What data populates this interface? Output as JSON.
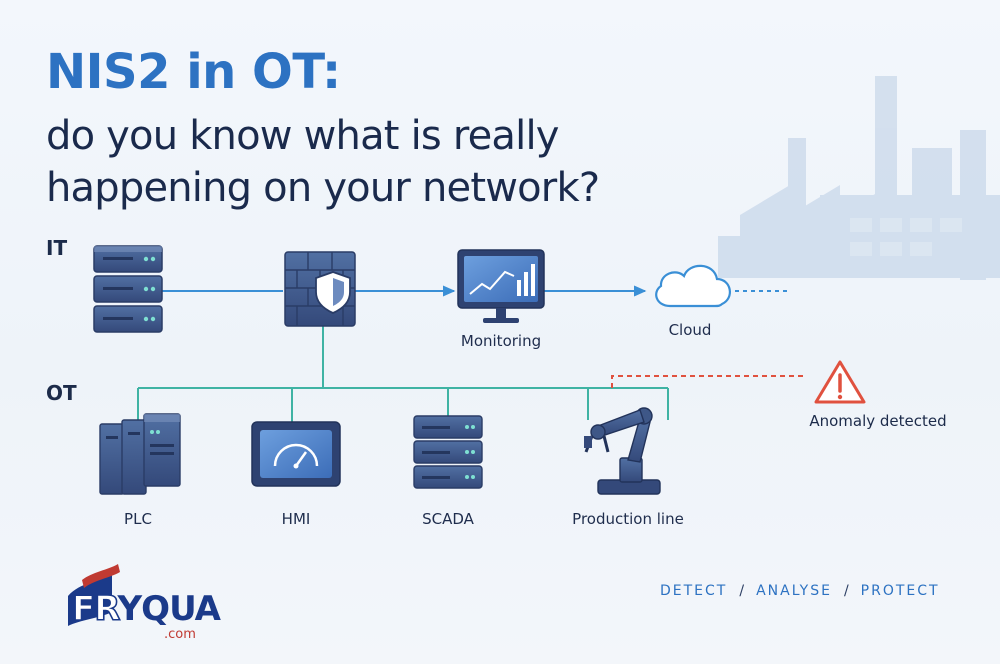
{
  "title": {
    "line1": "NIS2 in OT:",
    "line2": "do you know what is really",
    "line3": "happening on your network?"
  },
  "zones": {
    "it": "IT",
    "ot": "OT"
  },
  "nodes": {
    "monitoring": {
      "label": "Monitoring",
      "icon": "monitor-chart-icon"
    },
    "cloud": {
      "label": "Cloud",
      "icon": "cloud-icon"
    },
    "plc": {
      "label": "PLC",
      "icon": "plc-icon"
    },
    "hmi": {
      "label": "HMI",
      "icon": "hmi-gauge-icon"
    },
    "scada": {
      "label": "SCADA",
      "icon": "server-stack-icon"
    },
    "production_line": {
      "label": "Production line",
      "icon": "robot-arm-icon"
    },
    "anomaly": {
      "label": "Anomaly detected",
      "icon": "warning-triangle-icon"
    }
  },
  "tagline": {
    "detect": "DETECT",
    "separator": "/",
    "analyse": "ANALYSE",
    "protect": "PROTECT"
  },
  "logo": {
    "prefix": "FR",
    "rest": "YQUA",
    "suffix": ".com"
  },
  "colors": {
    "title_blue": "#2d72c2",
    "dark_navy": "#1a2a4c",
    "it_link": "#3a8fd6",
    "ot_link": "#3fb3a4",
    "alert_red": "#e0513f",
    "device_blue": "#3e5787"
  }
}
